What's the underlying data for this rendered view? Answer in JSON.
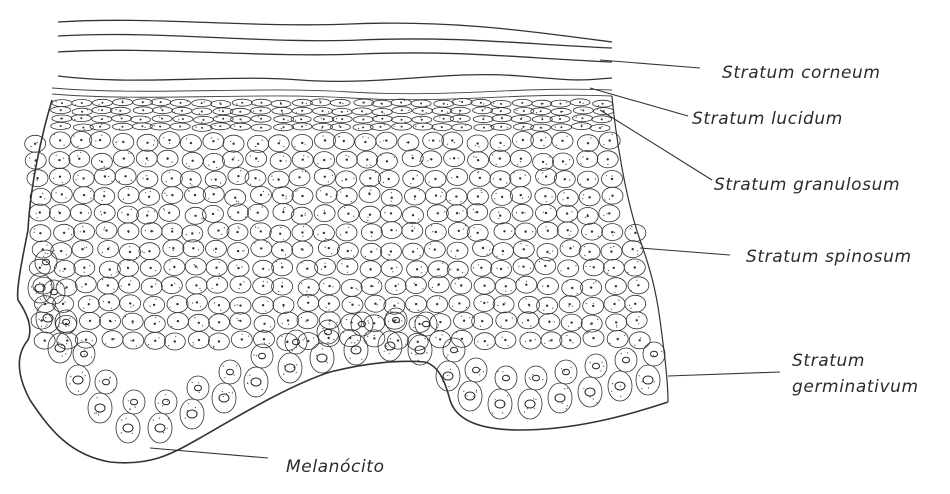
{
  "labels": {
    "corneum": "Stratum corneum",
    "lucidum": "Stratum lucidum",
    "granulosum": "Stratum granulosum",
    "spinosum": "Stratum spinosum",
    "germinativum_line1": "Stratum",
    "germinativum_line2": "germinativum",
    "melanocyte": "Melanócito"
  },
  "colors": {
    "ink": "#2b2b2b",
    "paper": "#ffffff"
  }
}
